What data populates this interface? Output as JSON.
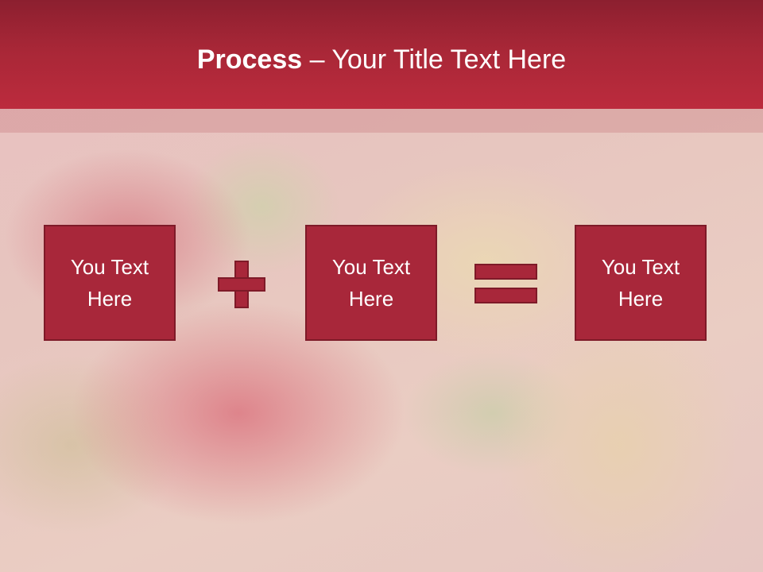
{
  "slide": {
    "title_bold": "Process",
    "title_rest": " – Your Title Text Here"
  },
  "process": {
    "boxes": [
      {
        "label": "You Text Here"
      },
      {
        "label": "You Text Here"
      },
      {
        "label": "You Text Here"
      }
    ],
    "operators": [
      "plus-icon",
      "equals-icon"
    ]
  },
  "colors": {
    "header": "#a82737",
    "box_fill": "#a8273a",
    "box_border": "#7e1a28",
    "text": "#ffffff"
  }
}
